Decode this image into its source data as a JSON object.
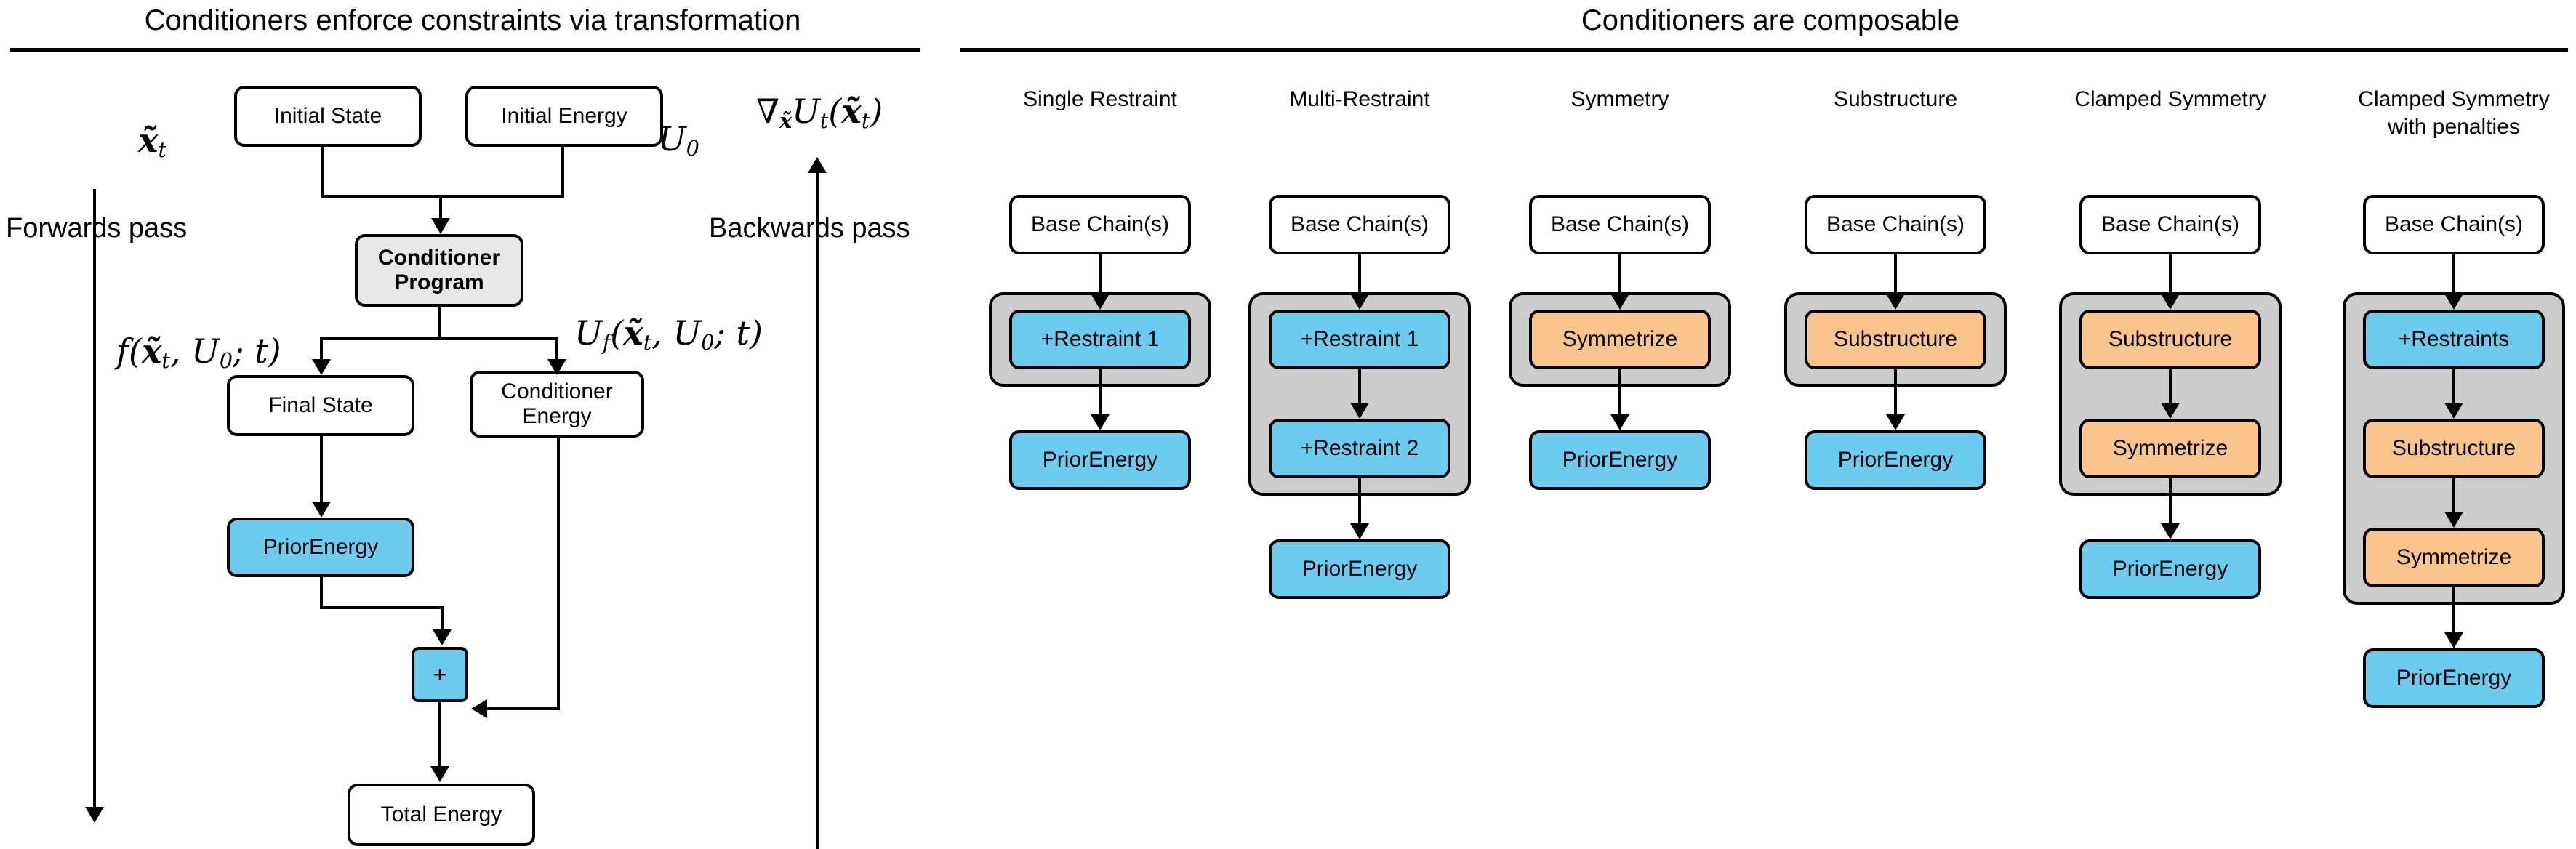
{
  "figure": {
    "left_panel": {
      "title": "Conditioners enforce constraints via transformation",
      "forwards_label": "Forwards pass",
      "backwards_label": "Backwards pass",
      "math": {
        "input_state": "x̃t",
        "initial_energy_symbol": "U0",
        "gradient": "∇x̃Ut(x̃t)",
        "transform_fn": "f(x̃t, U0; t)",
        "final_energy_fn": "Uf(x̃t, U0; t)"
      },
      "nodes": {
        "initial_state": "Initial State",
        "initial_energy": "Initial Energy",
        "conditioner_program": "Conditioner\nProgram",
        "final_state": "Final State",
        "conditioner_energy": "Conditioner\nEnergy",
        "prior_energy": "PriorEnergy",
        "sum": "+",
        "total_energy": "Total Energy"
      }
    },
    "right_panel": {
      "title": "Conditioners are composable",
      "columns": [
        {
          "title": "Single Restraint",
          "base": "Base Chain(s)",
          "grouped": [
            {
              "label": "+Restraint 1",
              "color": "blue"
            }
          ],
          "tail": [
            {
              "label": "PriorEnergy",
              "color": "blue"
            }
          ]
        },
        {
          "title": "Multi-Restraint",
          "base": "Base Chain(s)",
          "grouped": [
            {
              "label": "+Restraint 1",
              "color": "blue"
            },
            {
              "label": "+Restraint 2",
              "color": "blue"
            }
          ],
          "tail": [
            {
              "label": "PriorEnergy",
              "color": "blue"
            }
          ]
        },
        {
          "title": "Symmetry",
          "base": "Base Chain(s)",
          "grouped": [
            {
              "label": "Symmetrize",
              "color": "orange"
            }
          ],
          "tail": [
            {
              "label": "PriorEnergy",
              "color": "blue"
            }
          ]
        },
        {
          "title": "Substructure",
          "base": "Base Chain(s)",
          "grouped": [
            {
              "label": "Substructure",
              "color": "orange"
            }
          ],
          "tail": [
            {
              "label": "PriorEnergy",
              "color": "blue"
            }
          ]
        },
        {
          "title": "Clamped Symmetry",
          "base": "Base Chain(s)",
          "grouped": [
            {
              "label": "Substructure",
              "color": "orange"
            },
            {
              "label": "Symmetrize",
              "color": "orange"
            }
          ],
          "tail": [
            {
              "label": "PriorEnergy",
              "color": "blue"
            }
          ]
        },
        {
          "title": "Clamped Symmetry\nwith penalties",
          "base": "Base Chain(s)",
          "grouped": [
            {
              "label": "+Restraints",
              "color": "blue"
            },
            {
              "label": "Substructure",
              "color": "orange"
            },
            {
              "label": "Symmetrize",
              "color": "orange"
            }
          ],
          "tail": [
            {
              "label": "PriorEnergy",
              "color": "blue"
            }
          ]
        }
      ]
    },
    "colors": {
      "blue": "#6ecbf0",
      "orange": "#fac58d",
      "grey_group": "#cccccc",
      "grey_node": "#e8e8e8",
      "stroke": "#000000",
      "background": "#ffffff"
    }
  }
}
